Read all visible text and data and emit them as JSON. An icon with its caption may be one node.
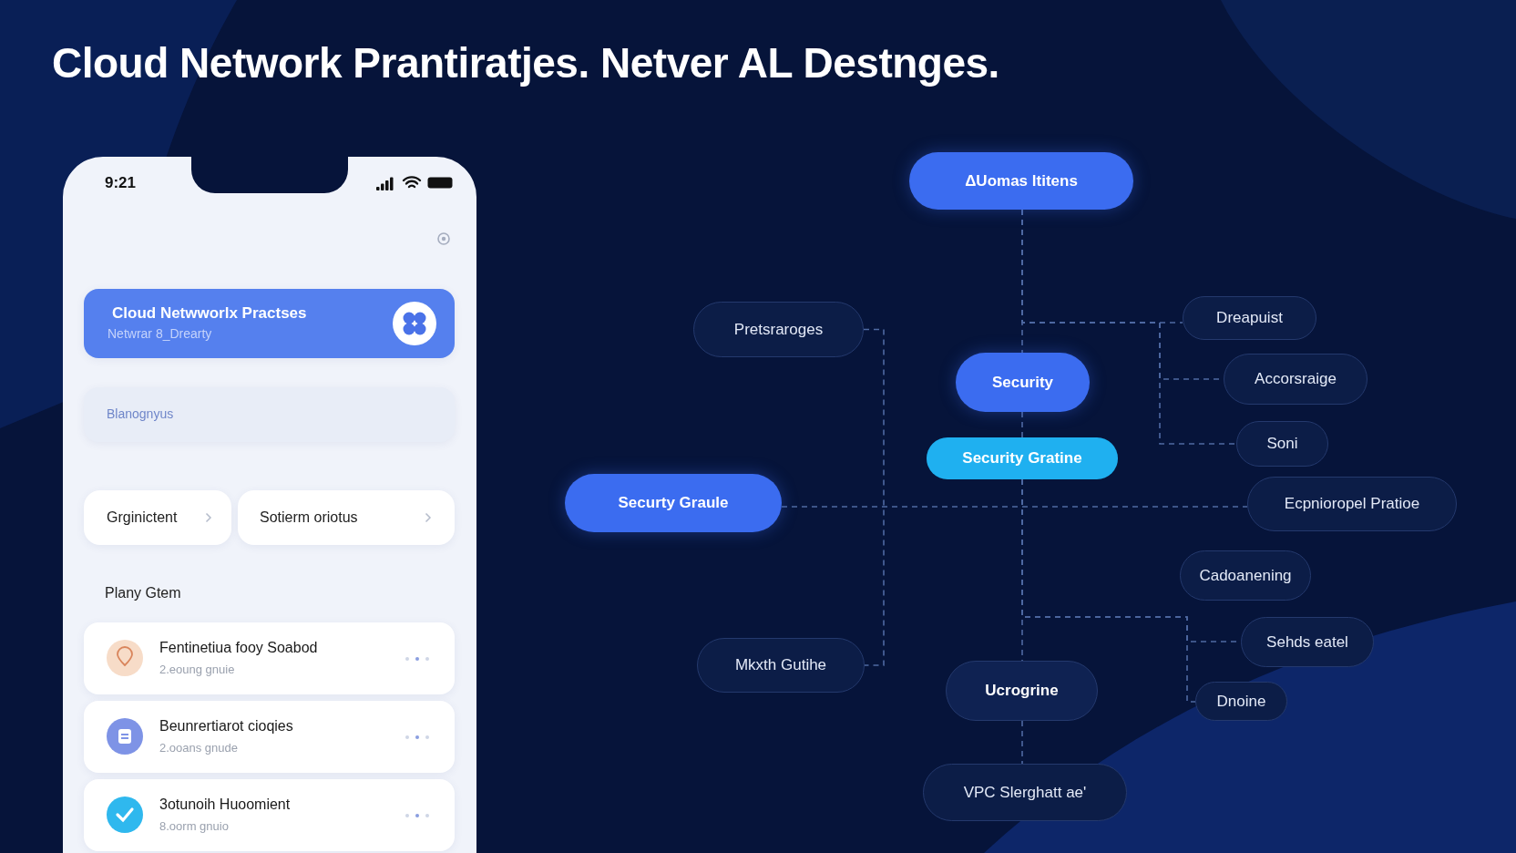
{
  "diagram": {
    "title": "Cloud Network Prantiratjes. Netver AL Destnges.",
    "nodes": [
      {
        "text": [
          "ΔUomas ltitens"
        ]
      },
      {
        "text": [
          "Pretsraroges"
        ]
      },
      {
        "text": [
          "Security"
        ]
      },
      {
        "text": [
          "Security Gratine"
        ]
      },
      {
        "text": [
          "Securty Graule"
        ]
      },
      {
        "text": [
          "Dreapuist"
        ]
      },
      {
        "text": [
          "Accorsraige"
        ]
      },
      {
        "text": [
          "Soni"
        ]
      },
      {
        "text": [
          "Ecpnioropel Pratioe"
        ]
      },
      {
        "text": [
          "Cadoanening"
        ]
      },
      {
        "text": [
          "Sehds eatel"
        ]
      },
      {
        "text": [
          "Mkxth Gutihe"
        ]
      },
      {
        "text": [
          "Ucrogrine"
        ]
      },
      {
        "text": [
          "Dnoine"
        ]
      },
      {
        "text": [
          "VPC Slerghatt ae'"
        ]
      }
    ],
    "edges": [
      {
        "from": 0,
        "to": 2,
        "arrow": "none",
        "style": "dashed"
      },
      {
        "from": 0,
        "to": 5,
        "arrow": "none",
        "style": "dashed"
      },
      {
        "from": 0,
        "to": 6,
        "arrow": "none",
        "style": "dashed"
      },
      {
        "from": 0,
        "to": 7,
        "arrow": "none",
        "style": "dashed"
      },
      {
        "from": 2,
        "to": 3,
        "arrow": "none",
        "style": "dashed"
      },
      {
        "from": 4,
        "to": 8,
        "arrow": "none",
        "style": "dashed"
      },
      {
        "from": 1,
        "to": 11,
        "arrow": "none",
        "style": "dashed"
      },
      {
        "from": 3,
        "to": 12,
        "arrow": "none",
        "style": "dashed"
      },
      {
        "from": 3,
        "to": 10,
        "arrow": "none",
        "style": "dashed"
      },
      {
        "from": 3,
        "to": 13,
        "arrow": "none",
        "style": "dashed"
      },
      {
        "from": 12,
        "to": 14,
        "arrow": "none",
        "style": "dashed"
      }
    ],
    "labels": [
      "9:21",
      "Cloud Netwworlx Practses",
      "Netwrar 8_Drearty",
      "Blanognyus",
      "Grginictent",
      "Sotierm oriotus",
      "Plany Gtem",
      "Fentinetiua fooy Soabod",
      "2.eoung gnuie",
      "Beunrertiarot cioqies",
      "2.ooans gnude",
      "3otunoih Huoomient",
      "8.oorm gnuio"
    ]
  }
}
